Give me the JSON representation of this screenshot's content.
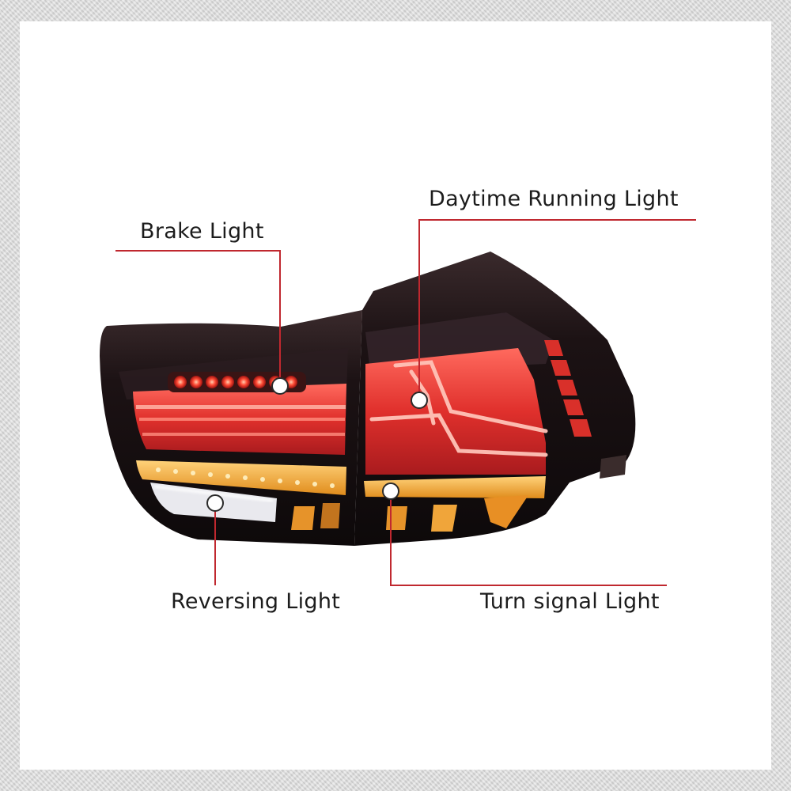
{
  "labels": {
    "brake": "Brake Light",
    "drl": "Daytime Running Light",
    "reversing": "Reversing Light",
    "turn": "Turn signal Light"
  },
  "colors": {
    "leader_line": "#c0282f",
    "housing": "#1b1214",
    "red_lens": "#d2262a",
    "amber": "#f0a22a",
    "white_led": "#f2f2f2"
  }
}
